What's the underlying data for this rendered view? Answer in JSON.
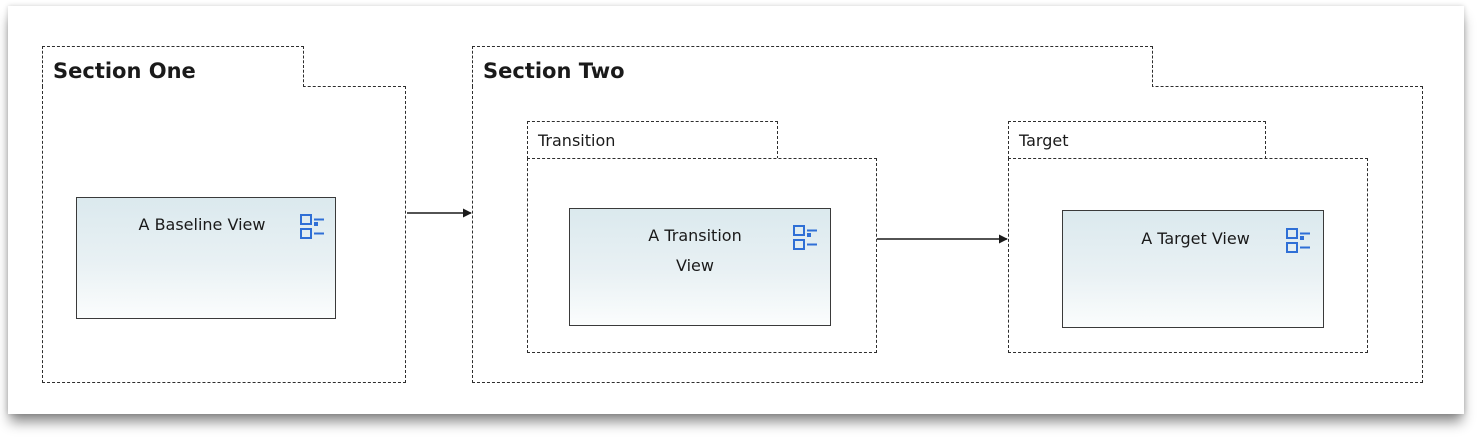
{
  "sections": {
    "section_one": {
      "title": "Section One"
    },
    "section_two": {
      "title": "Section Two"
    }
  },
  "subsections": {
    "transition": {
      "title": "Transition"
    },
    "target": {
      "title": "Target"
    }
  },
  "views": {
    "baseline": {
      "label": "A Baseline View",
      "icon": "view-list-icon"
    },
    "transition": {
      "label_line1": "A Transition",
      "label_line2": "View",
      "icon": "view-list-icon"
    },
    "target": {
      "label": "A Target View",
      "icon": "view-list-icon"
    }
  },
  "colors": {
    "border": "#2e2e2e",
    "icon": "#2f6fd6",
    "view_fill_top": "#dbe9ee"
  }
}
